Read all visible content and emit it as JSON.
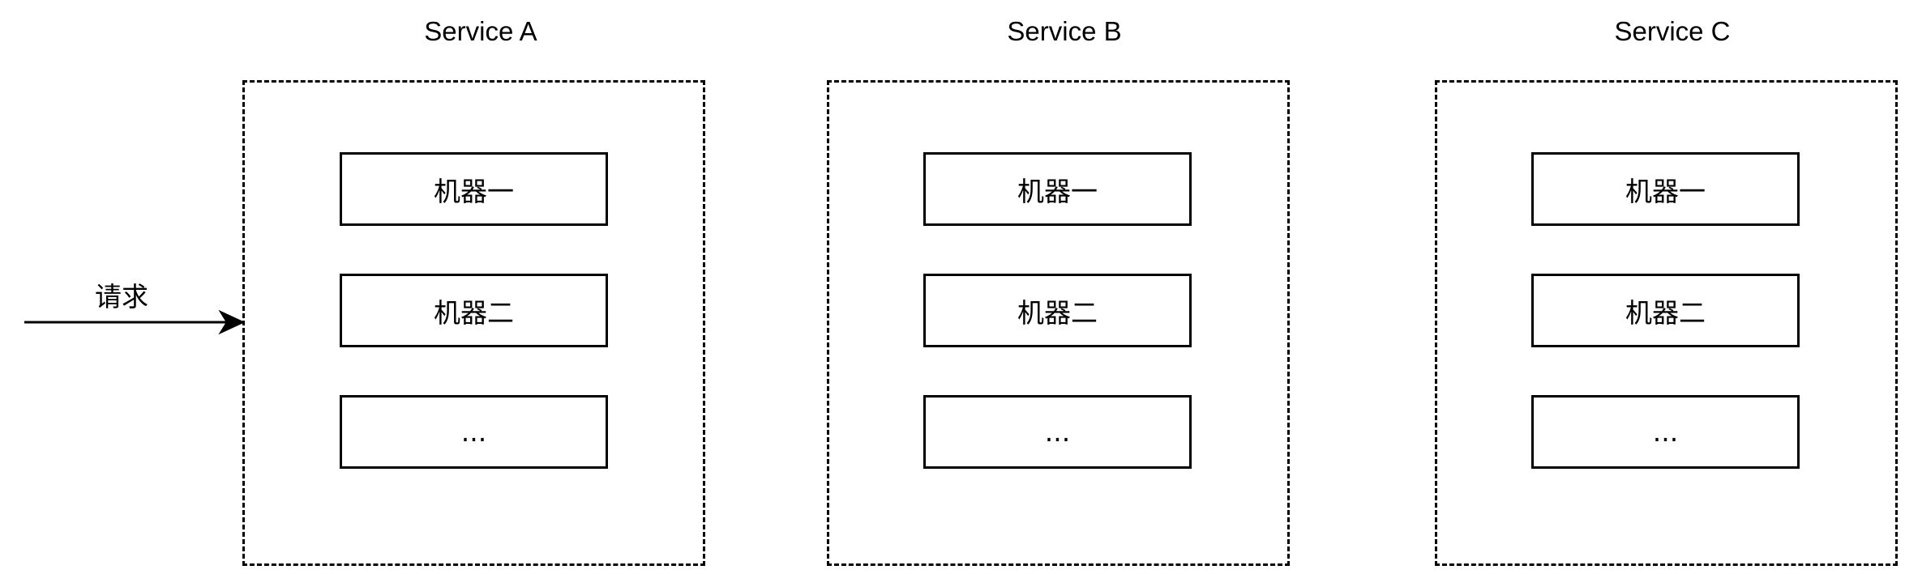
{
  "request": {
    "label": "请求"
  },
  "services": [
    {
      "title": "Service A",
      "machines": [
        "机器一",
        "机器二",
        "..."
      ]
    },
    {
      "title": "Service B",
      "machines": [
        "机器一",
        "机器二",
        "..."
      ]
    },
    {
      "title": "Service C",
      "machines": [
        "机器一",
        "机器二",
        "..."
      ]
    }
  ]
}
